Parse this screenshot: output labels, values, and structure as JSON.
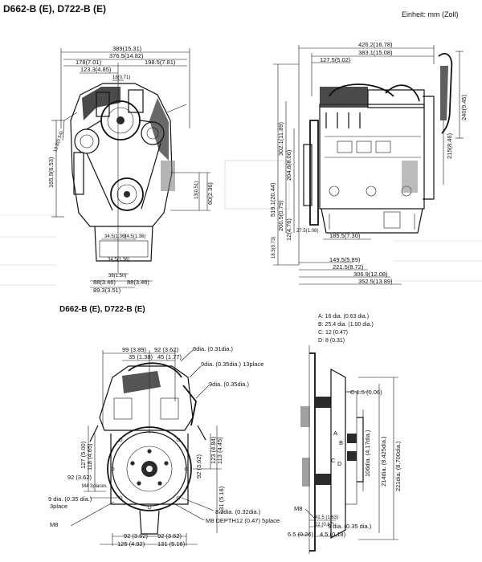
{
  "title_top": "D662-B (E), D722-B (E)",
  "unit_label": "Einheit: mm (Zoll)",
  "title_bottom": "D662-B (E), D722-B (E)",
  "front_view": {
    "width_total": "389(15.31)",
    "width_a": "376.5(14.82)",
    "left_offset": "178(7.01)",
    "right_offset": "198.5(7.81)",
    "inner_offset": "123.3(4.85)",
    "small_top": "18(0.71)",
    "side_small": "13.8(0.54)",
    "height_left": "165.9(6.53)",
    "lower_right": "60(2.36)",
    "small_right": "13(0.51)",
    "foot_a_left": "34.5(1.36)",
    "foot_a_right": "34.5(1.36)",
    "foot_b": "34.5(1.36)",
    "base_small": "38(1.50)",
    "base_left": "88(3.46)",
    "base_right": "88(3.46)",
    "base_total": "89.3(3.51)"
  },
  "side_view": {
    "top_total": "426.2(16.78)",
    "top_b": "383.1(15.08)",
    "top_left": "127.5(5.02)",
    "v_fan": "240(9.45)",
    "v_right": "215(8.46)",
    "v_total": "519.1(20.44)",
    "v_a": "302.1(11.89)",
    "v_b": "204.6(8.06)",
    "v_c": "200.5(0.79)",
    "v_d": "12(4.76)",
    "v_small": "18.5(0.73)",
    "h_inner": "27.5(1.08)",
    "h_a": "185.5(7.30)",
    "h_b": "149.5(5.89)",
    "h_c": "221.5(8.72)",
    "h_d": "306.9(12.08)",
    "h_total": "352.5(13.89)"
  },
  "flywheel_view": {
    "top_a": "99 (3.89)",
    "top_b": "92 (3.62)",
    "top_c": "35 (1.38)",
    "top_d": "45 (1.77)",
    "hole_8": "8dia. (0.31dia.)",
    "hole_9_13": "9dia. (0.35dia.) 13place",
    "hole_9": "9dia. (0.35dia.)",
    "left_a": "127 (5.00)",
    "left_b": "118 (4.65)",
    "right_a": "123 (4.84)",
    "right_b": "113 (4.45)",
    "mid_left": "92 (3.62)",
    "mid_right": "92 (3.62)",
    "small_label": "M4 3places",
    "hole_3": "9 dia. (0.35 dia.)",
    "hole_3_place": "3place",
    "m8_left": "M8",
    "low_right": "131 (5.16)",
    "dia_82": "8.2dia. (0.32dia.)",
    "m8_depth": "M8 DEPTH12 (0.47) 5place",
    "bot_a": "92 (3.62)",
    "bot_b": "92 (3.62)",
    "bot_c": "125 (4.92)",
    "bot_d": "131 (5.16)"
  },
  "section_view": {
    "legend": [
      "A: 16 dia. (0.63 dia.)",
      "B: 25.4 dia. (1.00 dia.)",
      "C: 12 (0.47)",
      "D: 8 (0.31)"
    ],
    "letters": [
      "A",
      "B",
      "C",
      "D"
    ],
    "c_gap": "C 1.5 (0.06)",
    "dia_106": "106dia. (4.17dia.)",
    "dia_214": "214dia. (8.425dia.)",
    "dia_221": "221dia. (8.700dia.)",
    "m8": "M8",
    "small_a": "41.5 (1.63)",
    "small_b": "22 (0.87)",
    "hole_9": "9 dia. (0.35 dia.)",
    "bot_a": "6.5 (0.26)",
    "bot_b": "4.5 (0.18)"
  }
}
